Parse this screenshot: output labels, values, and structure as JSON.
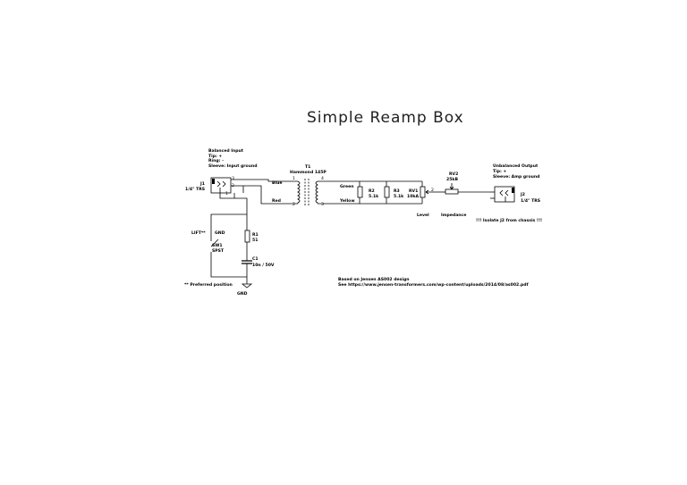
{
  "title": "Simple Reamp Box",
  "input": {
    "notes": [
      "Balanced Input",
      "Tip: +",
      "Ring: -",
      "Sleeve: Input ground"
    ]
  },
  "output": {
    "notes": [
      "Unbalanced Output",
      "Tip: +",
      "Sleeve: Amp ground"
    ]
  },
  "j1": {
    "ref": "J1",
    "type": "1/4\" TRS"
  },
  "j2": {
    "ref": "J2",
    "type": "1/4\" TRS"
  },
  "t1": {
    "ref": "T1",
    "model": "Hammond 145P"
  },
  "r1": {
    "ref": "R1",
    "value": "51"
  },
  "r2": {
    "ref": "R2",
    "value": "5.1k"
  },
  "r3": {
    "ref": "R3",
    "value": "5.1k"
  },
  "rv1": {
    "ref": "RV1",
    "value": "10kA"
  },
  "rv2": {
    "ref": "RV2",
    "value": "25kB"
  },
  "c1": {
    "ref": "C1",
    "value": "10n / 50V"
  },
  "sw1": {
    "ref": "SW1",
    "type": "SPST"
  },
  "wires": {
    "blue": "Blue",
    "red": "Red",
    "green": "Green",
    "yellow": "Yellow"
  },
  "pins": {
    "p1": "1",
    "p2": "2",
    "p3": "3",
    "p4": "4"
  },
  "labels": {
    "level": "Level",
    "impedance": "Impedance",
    "lift": "LIFT**",
    "gnd": "GND"
  },
  "notes": {
    "isolate": "!!! Isolate J2 from chassis !!!",
    "preferred": "** Preferred position"
  },
  "credits": {
    "line1": "Based on Jensen AS002 design",
    "line2": "See https://www.jensen-transformers.com/wp-content/uploads/2014/08/as002.pdf"
  }
}
